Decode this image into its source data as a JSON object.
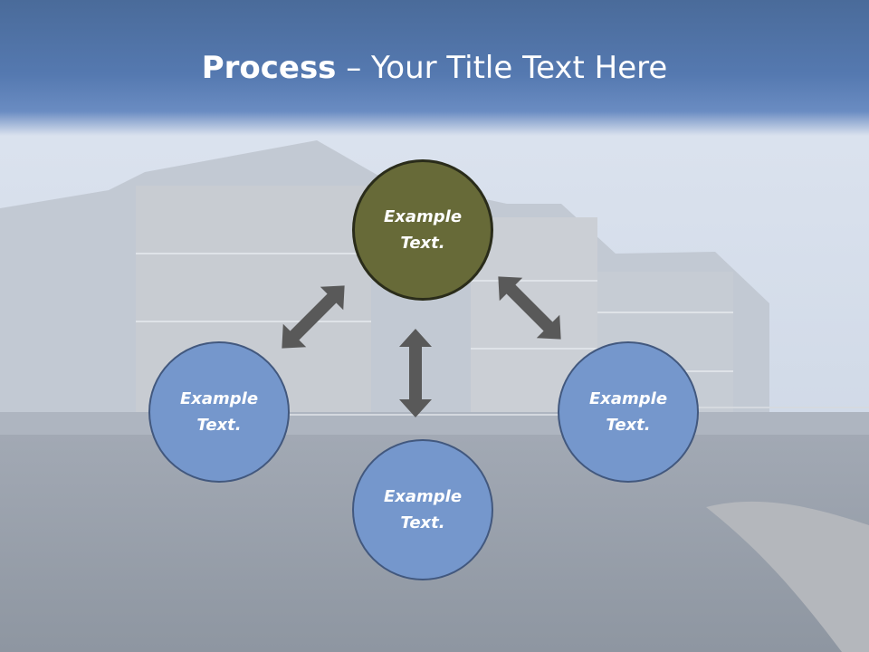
{
  "slide": {
    "title_bold": "Process",
    "title_rest": " – Your Title Text Here"
  },
  "nodes": {
    "top": {
      "line1": "Example",
      "line2": "Text."
    },
    "left": {
      "line1": "Example",
      "line2": "Text."
    },
    "right": {
      "line1": "Example",
      "line2": "Text."
    },
    "bottom": {
      "line1": "Example",
      "line2": "Text."
    }
  },
  "colors": {
    "header_blue": "#5579b0",
    "center_node_fill": "#676a38",
    "outer_node_fill": "#7597cc",
    "arrow_gray": "#595959"
  }
}
